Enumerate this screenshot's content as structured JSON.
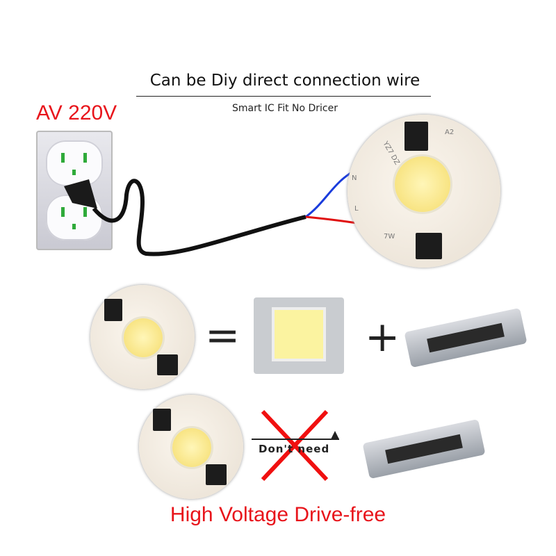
{
  "header": {
    "title": "Can be Diy direct connection wire",
    "subtitle": "Smart IC Fit No Dricer"
  },
  "voltage_label": "AV 220V",
  "dont_need_label": "Don't need",
  "footer": "High Voltage Drive-free",
  "board_markings": {
    "model": "A2",
    "brand": "YZ7 DZ",
    "neutral": "N",
    "live": "L",
    "power": "7W"
  },
  "colors": {
    "accent_red": "#e8141b",
    "wire_blue": "#1a3cdc",
    "wire_red": "#e01010",
    "wire_black": "#111111",
    "cob_yellow": "#f5dc6c"
  }
}
